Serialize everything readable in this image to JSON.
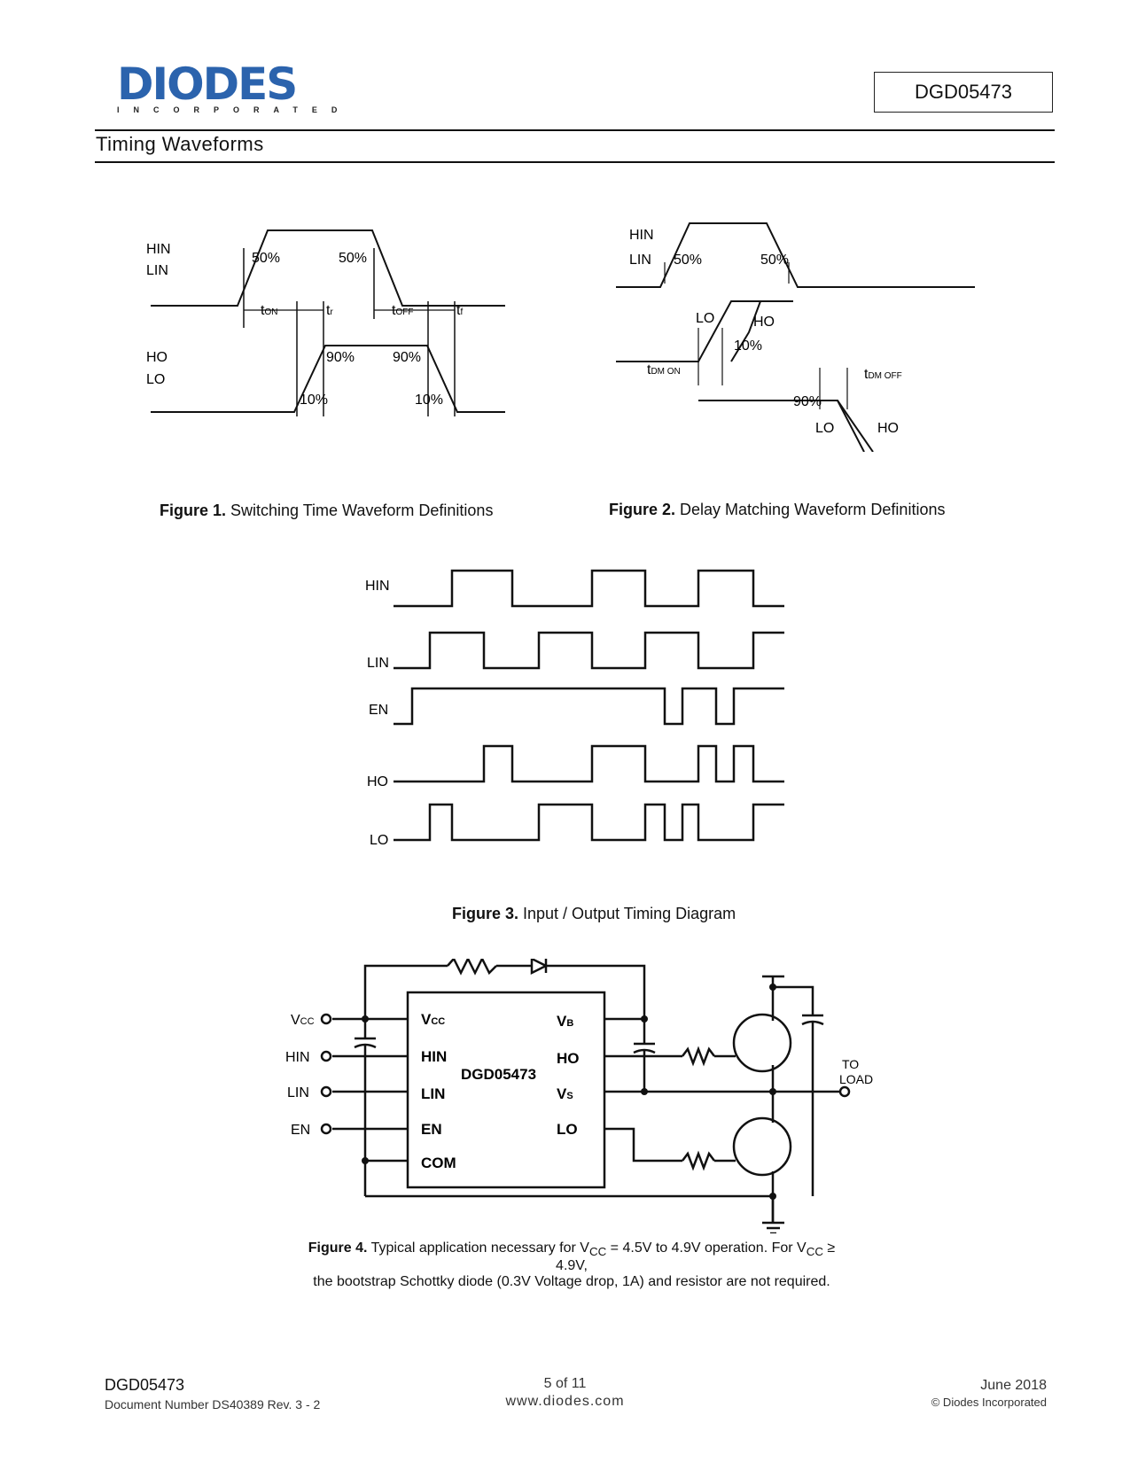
{
  "header": {
    "logo_text": "DIODES",
    "logo_sub": "INCORPORATED",
    "part_number": "DGD05473",
    "brand_color": "#2b63ad"
  },
  "section_title": "Timing Waveforms",
  "figure1": {
    "signal_in": [
      "HIN",
      "LIN"
    ],
    "signal_out": [
      "HO",
      "LO"
    ],
    "pct50_a": "50%",
    "pct50_b": "50%",
    "pct90_a": "90%",
    "pct90_b": "90%",
    "pct10_a": "10%",
    "pct10_b": "10%",
    "t_on": "t",
    "t_on_sub": "ON",
    "t_r": "t",
    "t_r_sub": "r",
    "t_off": "t",
    "t_off_sub": "OFF",
    "t_f": "t",
    "t_f_sub": "f",
    "caption_bold": "Figure 1.",
    "caption_text": " Switching Time Waveform Definitions"
  },
  "figure2": {
    "hin": "HIN",
    "lin": "LIN",
    "pct50_a": "50%",
    "pct50_b": "50%",
    "lo": "LO",
    "ho": "HO",
    "pct10": "10%",
    "pct90": "90%",
    "lo2": "LO",
    "ho2": "HO",
    "tdm_on": "t",
    "tdm_on_sub": "DM ON",
    "tdm_off": "t",
    "tdm_off_sub": "DM OFF",
    "caption_bold": "Figure 2.",
    "caption_text": " Delay Matching Waveform Definitions"
  },
  "figure3": {
    "labels": [
      "HIN",
      "LIN",
      "EN",
      "HO",
      "LO"
    ],
    "caption_bold": "Figure 3.",
    "caption_text": " Input / Output Timing Diagram"
  },
  "figure4": {
    "ext_pins": [
      "V",
      "HIN",
      "LIN",
      "EN"
    ],
    "vcc_sub": "CC",
    "ic_name": "DGD05473",
    "ic_left_pins": [
      "V",
      "HIN",
      "LIN",
      "EN",
      "COM"
    ],
    "ic_vcc_sub": "CC",
    "ic_right_pins": [
      "V",
      "HO",
      "V",
      "LO"
    ],
    "ic_vb_sub": "B",
    "ic_vs_sub": "S",
    "to_load": [
      "TO",
      "LOAD"
    ],
    "caption_bold": "Figure 4.",
    "caption_line1_a": " Typical application necessary for V",
    "caption_line1_sub1": "CC",
    "caption_line1_b": " = 4.5V to 4.9V operation. For V",
    "caption_line1_sub2": "CC",
    "caption_line1_c": " ≥ 4.9V,",
    "caption_line2": "the bootstrap Schottky diode (0.3V Voltage drop, 1A) and resistor are not required."
  },
  "footer": {
    "part": "DGD05473",
    "doc_number": "Document Number DS40389 Rev. 3 - 2",
    "page": "5 of 11",
    "url": "www.diodes.com",
    "date": "June 2018",
    "copyright": "© Diodes Incorporated"
  }
}
